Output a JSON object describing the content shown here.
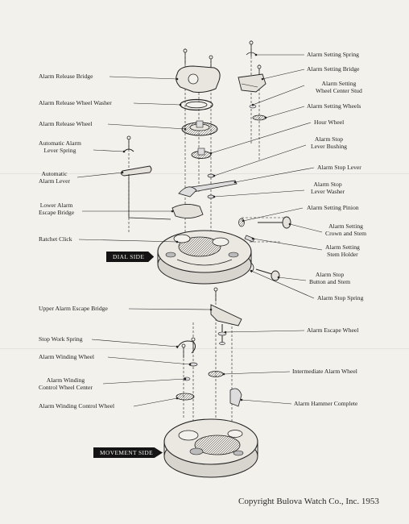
{
  "left_labels": [
    {
      "id": "alarm-release-bridge",
      "text": "Alarm Release Bridge"
    },
    {
      "id": "alarm-release-wheel-washer",
      "text": "Alarm Release Wheel Washer"
    },
    {
      "id": "alarm-release-wheel",
      "text": "Alarm Release Wheel"
    },
    {
      "id": "automatic-alarm-lever-spring",
      "text": "Automatic Alarm\nLever Spring"
    },
    {
      "id": "automatic-alarm-lever",
      "text": "Automatic\nAlarm Lever"
    },
    {
      "id": "lower-alarm-escape-bridge",
      "text": "Lower Alarm\nEscape Bridge"
    },
    {
      "id": "ratchet-click",
      "text": "Ratchet Click"
    },
    {
      "id": "upper-alarm-escape-bridge",
      "text": "Upper Alarm Escape Bridge"
    },
    {
      "id": "stop-work-spring",
      "text": "Stop Work Spring"
    },
    {
      "id": "alarm-winding-wheel",
      "text": "Alarm Winding Wheel"
    },
    {
      "id": "alarm-winding-control-wheel-center",
      "text": "Alarm Winding\nControl Wheel Center"
    },
    {
      "id": "alarm-winding-control-wheel",
      "text": "Alarm Winding Control Wheel"
    }
  ],
  "right_labels": [
    {
      "id": "alarm-setting-spring",
      "text": "Alarm Setting Spring"
    },
    {
      "id": "alarm-setting-bridge",
      "text": "Alarm Setting Bridge"
    },
    {
      "id": "alarm-setting-wheel-center-stud",
      "text": "Alarm Setting\nWheel Center Stud"
    },
    {
      "id": "alarm-setting-wheels",
      "text": "Alarm Setting Wheels"
    },
    {
      "id": "hour-wheel",
      "text": "Hour Wheel"
    },
    {
      "id": "alarm-stop-lever-bushing",
      "text": "Alarm Stop\nLever Bushing"
    },
    {
      "id": "alarm-stop-lever",
      "text": "Alarm Stop Lever"
    },
    {
      "id": "alarm-stop-lever-washer",
      "text": "Alarm Stop\nLever Washer"
    },
    {
      "id": "alarm-setting-pinion",
      "text": "Alarm Setting Pinion"
    },
    {
      "id": "alarm-setting-crown-and-stem",
      "text": "Alarm Setting\nCrown and Stem"
    },
    {
      "id": "alarm-setting-stem-holder",
      "text": "Alarm Setting\nStem Holder"
    },
    {
      "id": "alarm-stop-button-and-stem",
      "text": "Alarm Stop\nButton and Stem"
    },
    {
      "id": "alarm-stop-spring",
      "text": "Alarm Stop Spring"
    },
    {
      "id": "alarm-escape-wheel",
      "text": "Alarm Escape Wheel"
    },
    {
      "id": "intermediate-alarm-wheel",
      "text": "Intermediate Alarm Wheel"
    },
    {
      "id": "alarm-hammer-complete",
      "text": "Alarm Hammer Complete"
    }
  ],
  "tags": {
    "dial_side": "DIAL SIDE",
    "movement_side": "MOVEMENT SIDE"
  },
  "copyright": "Copyright Bulova Watch Co., Inc. 1953",
  "colors": {
    "paper": "#f3f1ec",
    "ink": "#1c1c1c",
    "tag_bg": "#141414"
  }
}
